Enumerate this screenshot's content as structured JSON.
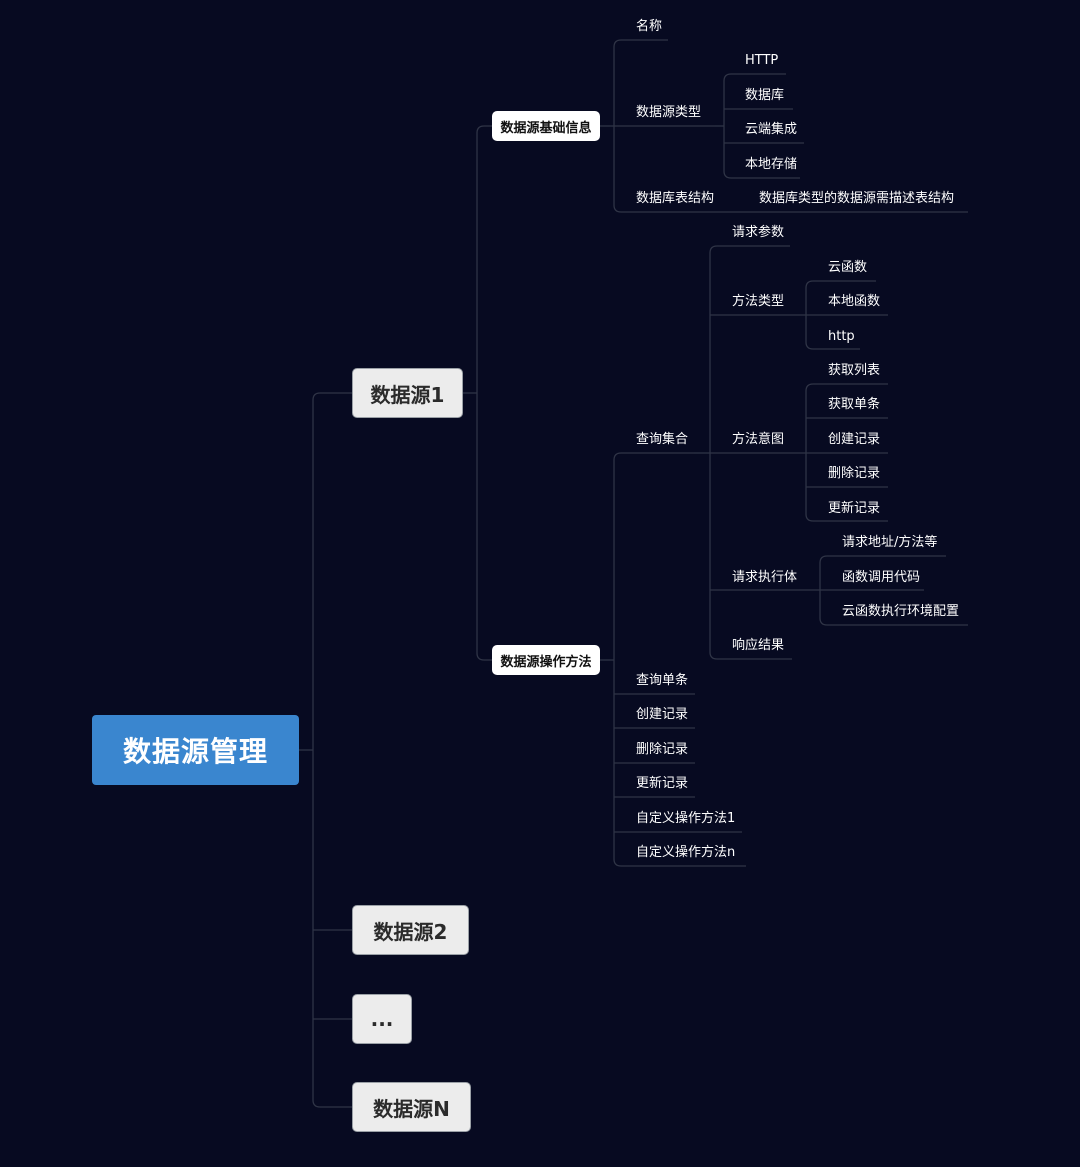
{
  "root": "数据源管理",
  "sources": [
    "数据源1",
    "数据源2",
    "...",
    "数据源N"
  ],
  "basic_info": {
    "label": "数据源基础信息",
    "name": "名称",
    "type_label": "数据源类型",
    "types": [
      "HTTP",
      "数据库",
      "云端集成",
      "本地存储"
    ],
    "table_label": "数据库表结构",
    "table_note": "数据库类型的数据源需描述表结构"
  },
  "ops": {
    "label": "数据源操作方法",
    "query_set": {
      "label": "查询集合",
      "params": "请求参数",
      "method_type": {
        "label": "方法类型",
        "items": [
          "云函数",
          "本地函数",
          "http"
        ]
      },
      "intent": {
        "label": "方法意图",
        "items": [
          "获取列表",
          "获取单条",
          "创建记录",
          "删除记录",
          "更新记录"
        ]
      },
      "exec": {
        "label": "请求执行体",
        "items": [
          "请求地址/方法等",
          "函数调用代码",
          "云函数执行环境配置"
        ]
      },
      "result": "响应结果"
    },
    "others": [
      "查询单条",
      "创建记录",
      "删除记录",
      "更新记录",
      "自定义操作方法1",
      "自定义操作方法n"
    ]
  }
}
